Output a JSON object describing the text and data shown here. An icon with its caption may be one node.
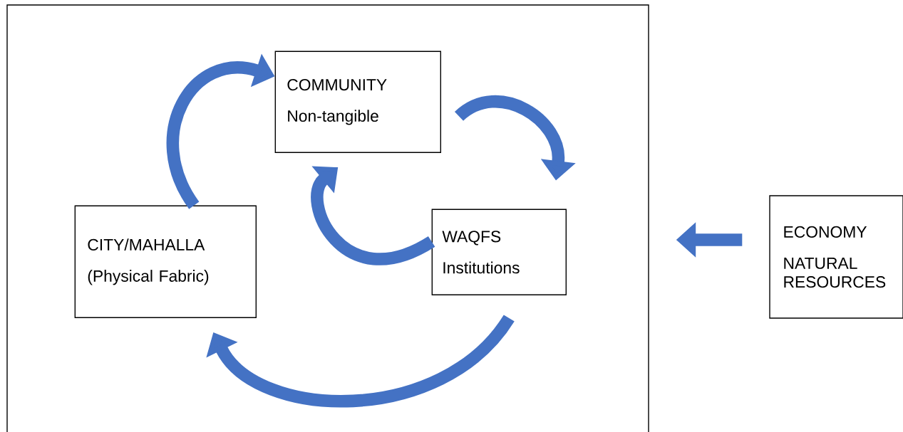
{
  "diagram": {
    "nodes": [
      {
        "text": [],
        "shape": "box"
      },
      {
        "text": [
          "COMMUNITY",
          "Non-tangible"
        ],
        "in": 0
      },
      {
        "text": [
          "CITY/MAHALLA",
          "(Physical Fabric)"
        ],
        "in": 0
      },
      {
        "text": [
          "WAQFS",
          "Institutions"
        ],
        "in": 0
      },
      {
        "text": [
          "ECONOMY",
          "NATURAL RESOURCES"
        ]
      }
    ],
    "edges": [
      {
        "from": 2,
        "to": 1,
        "arrow": "to"
      },
      {
        "from": 1,
        "to": 3,
        "arrow": "to"
      },
      {
        "from": 3,
        "to": 1,
        "arrow": "to"
      },
      {
        "from": 3,
        "to": 2,
        "arrow": "to"
      },
      {
        "from": 4,
        "to": 0,
        "arrow": "to"
      }
    ]
  }
}
